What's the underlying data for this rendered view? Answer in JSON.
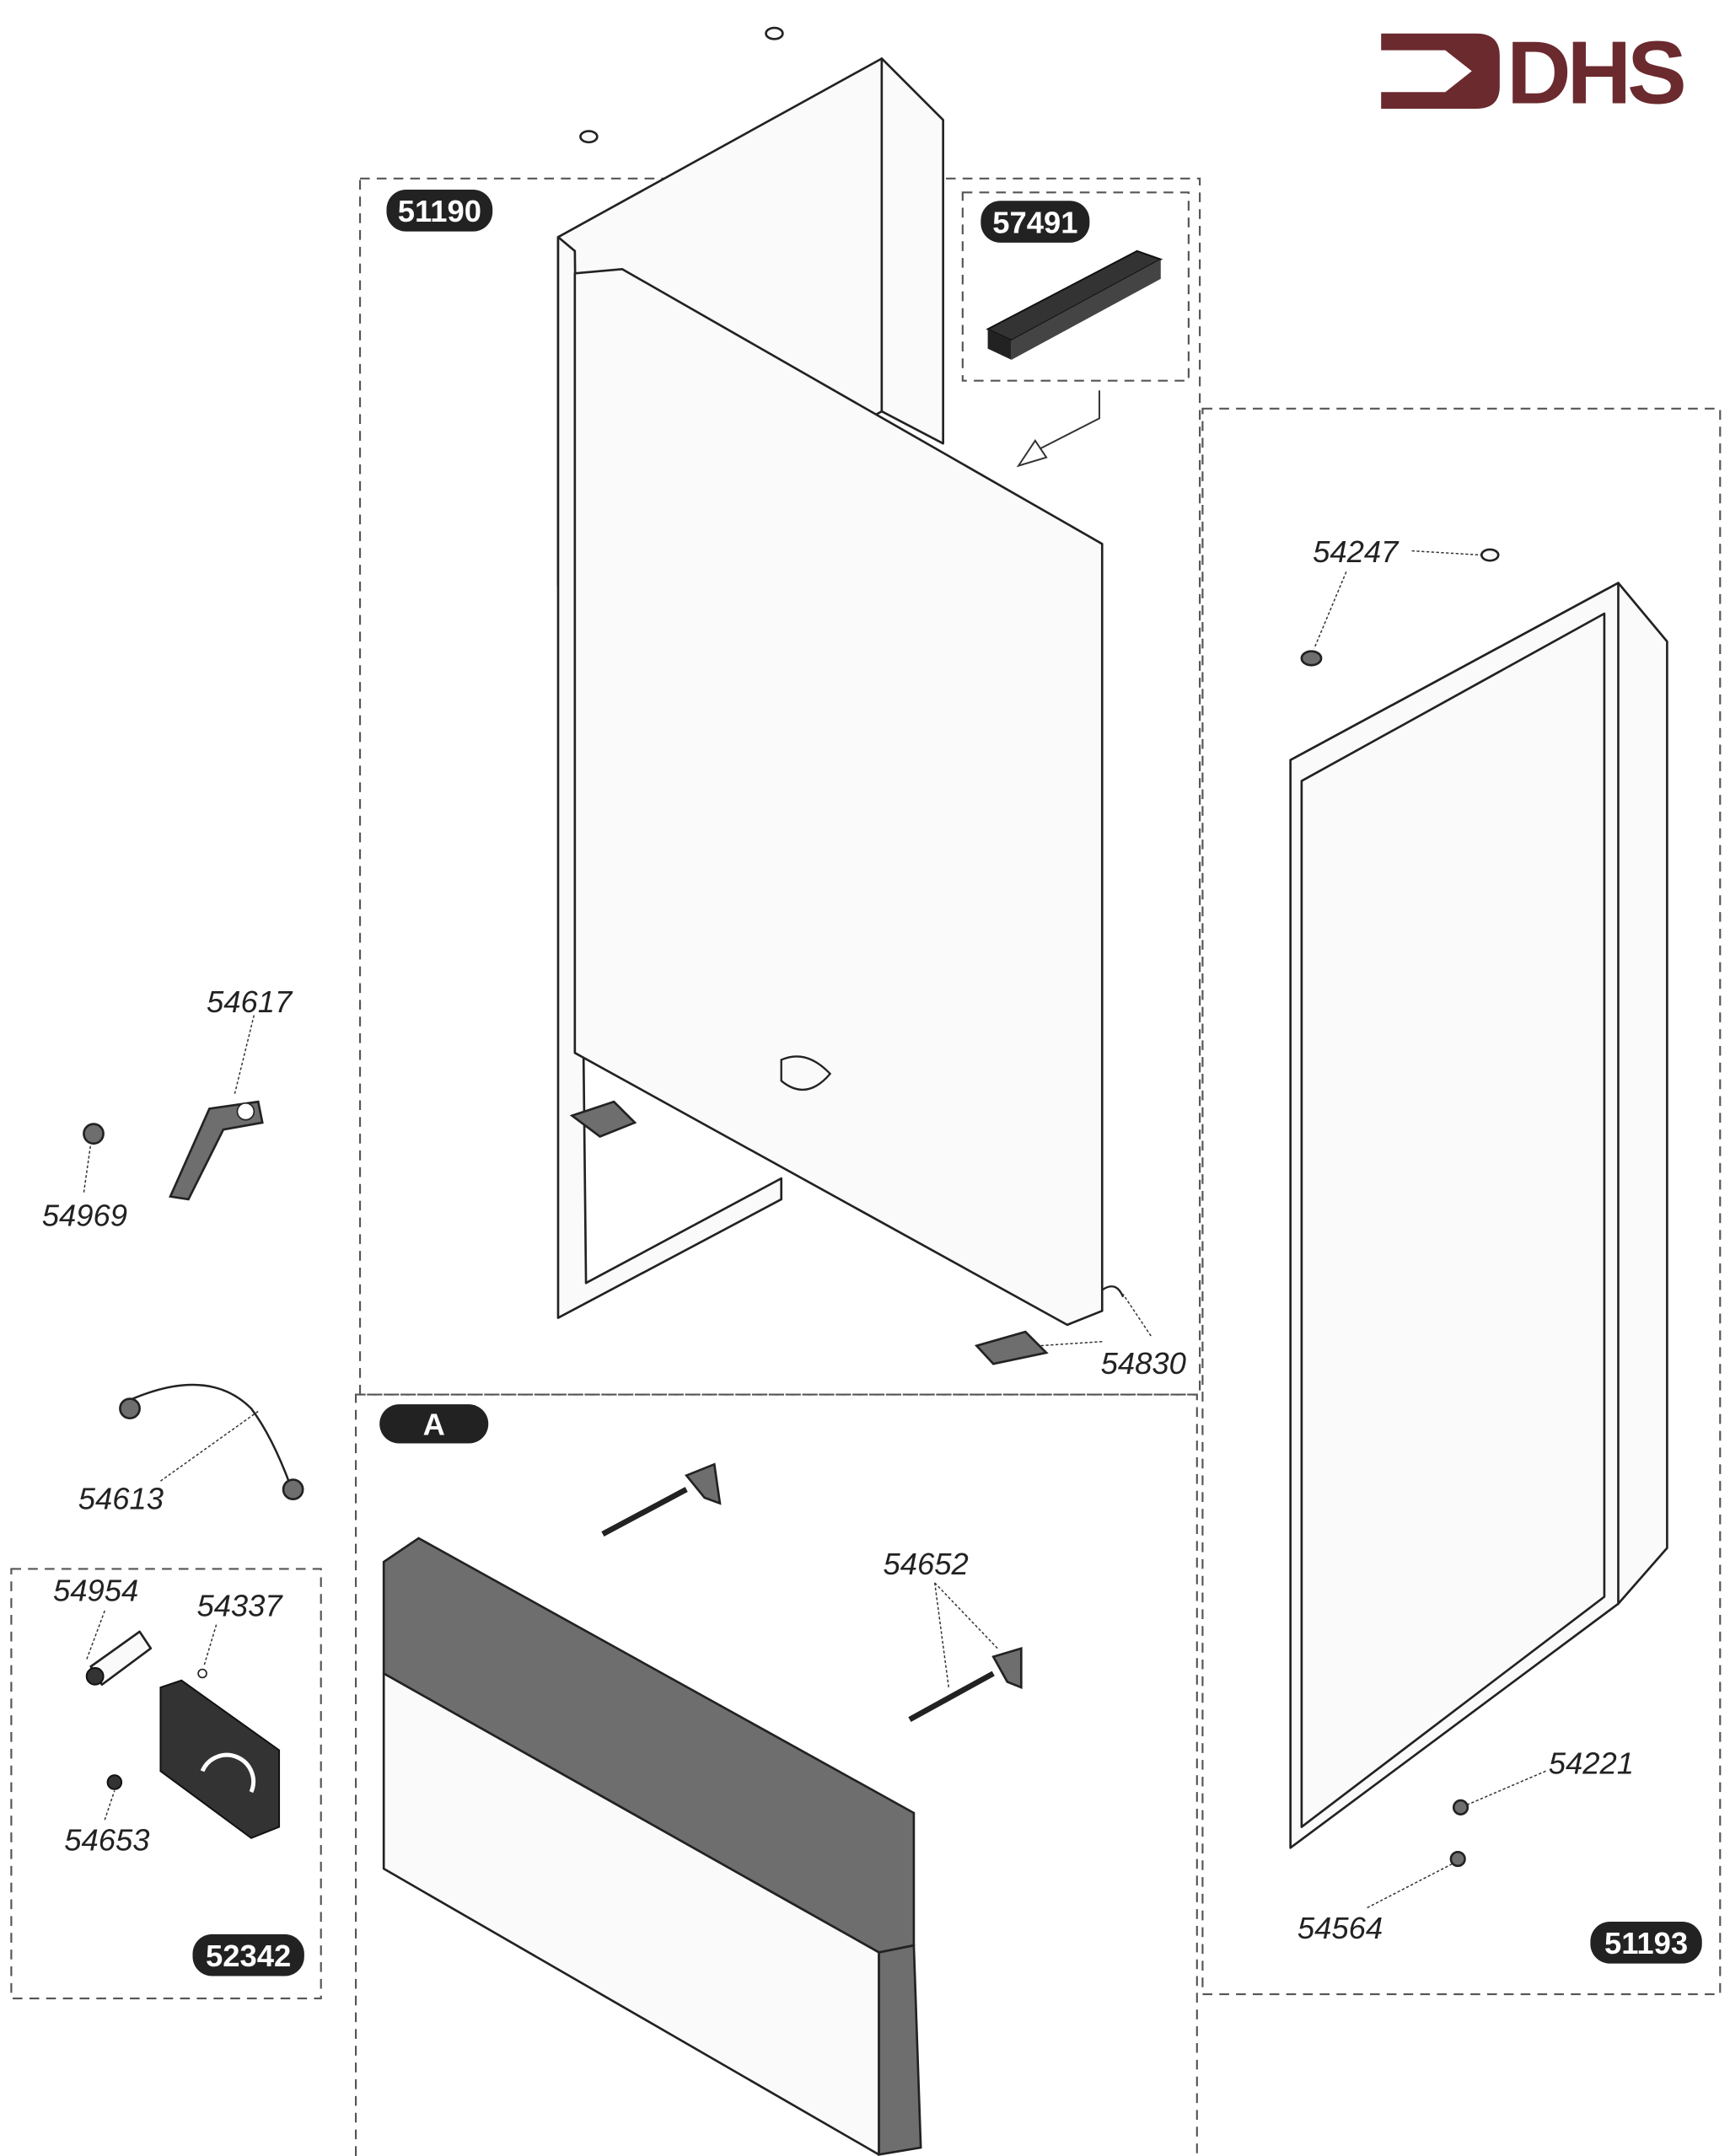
{
  "logo": {
    "text": "DHS",
    "color": "#6b2a2e"
  },
  "badges": {
    "main_assembly": "51190",
    "seal_inset": "57491",
    "section_a": "A",
    "control_kit": "52342",
    "right_door": "51193"
  },
  "labels": {
    "handle": "54617",
    "knob_screw": "54969",
    "cable": "54613",
    "tube": "54954",
    "small_ring": "54337",
    "control_screw": "54653",
    "hinge_pins": "54652",
    "door_stop": "54830",
    "top_clip": "54247",
    "bottom_screw_1": "54221",
    "bottom_screw_2": "54564"
  }
}
